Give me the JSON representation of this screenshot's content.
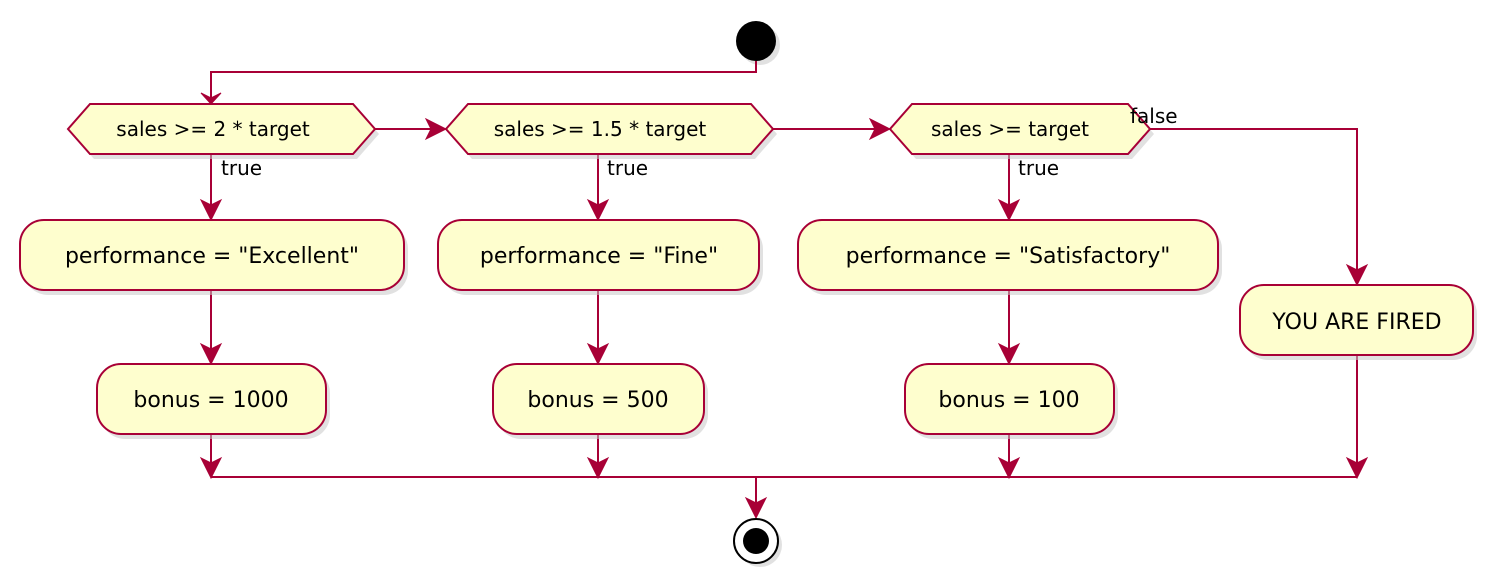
{
  "colors": {
    "node_fill": "#FEFECE",
    "node_border": "#A80036",
    "edge": "#A80036",
    "start_fill": "#000000"
  },
  "conditions": [
    {
      "text": "sales >= 2 * target",
      "branch_label": "true"
    },
    {
      "text": "sales >= 1.5 * target",
      "branch_label": "true"
    },
    {
      "text": "sales >= target",
      "branch_label": "true",
      "else_label": "false"
    }
  ],
  "actions": [
    {
      "performance": "performance = \"Excellent\"",
      "bonus": "bonus = 1000"
    },
    {
      "performance": "performance = \"Fine\"",
      "bonus": "bonus = 500"
    },
    {
      "performance": "performance = \"Satisfactory\"",
      "bonus": "bonus = 100"
    }
  ],
  "else_action": "YOU ARE FIRED"
}
